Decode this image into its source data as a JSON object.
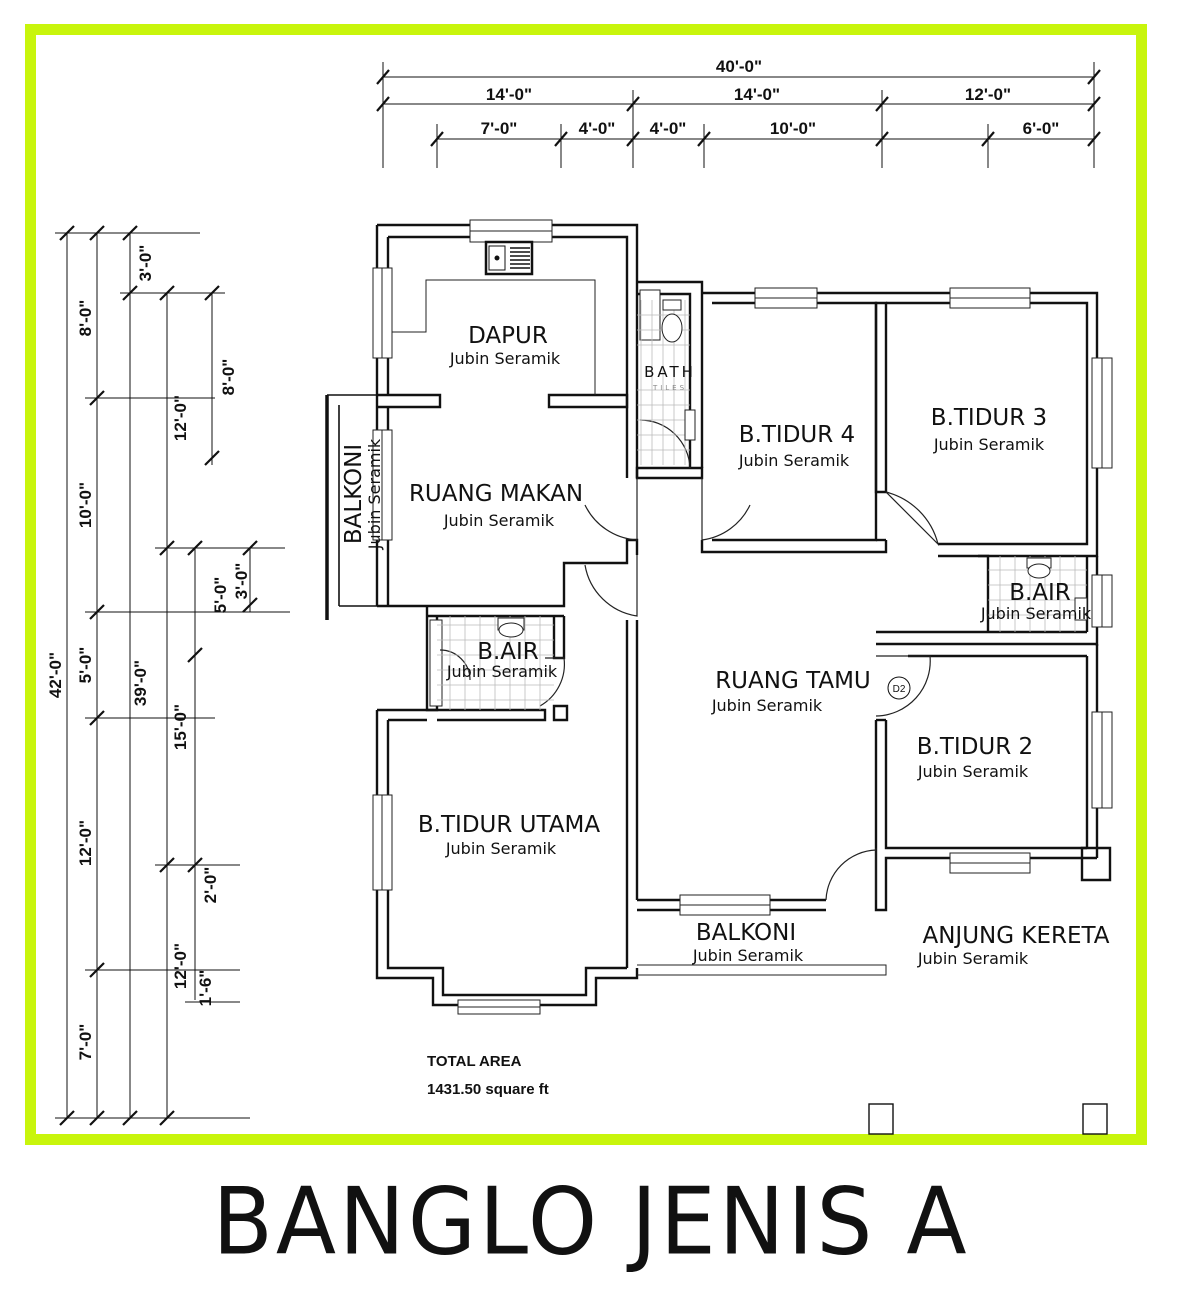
{
  "title": "BANGLO JENIS A",
  "colors": {
    "frame_border": "#c8f50c",
    "lines": "#111111",
    "background": "#ffffff"
  },
  "rooms": {
    "dapur": {
      "name": "DAPUR",
      "finish": "Jubin Seramik"
    },
    "bath": {
      "name": "BATH",
      "finish": "TILES"
    },
    "ruang_makan": {
      "name": "RUANG MAKAN",
      "finish": "Jubin Seramik"
    },
    "balkoni_side": {
      "name": "BALKONI",
      "finish": "Jubin Seramik"
    },
    "b_air_left": {
      "name": "B.AIR",
      "finish": "Jubin Seramik"
    },
    "b_tidur_utama": {
      "name": "B.TIDUR UTAMA",
      "finish": "Jubin Seramik"
    },
    "b_tidur_4": {
      "name": "B.TIDUR 4",
      "finish": "Jubin Seramik"
    },
    "b_tidur_3": {
      "name": "B.TIDUR 3",
      "finish": "Jubin Seramik"
    },
    "b_air_right": {
      "name": "B.AIR",
      "finish": "Jubin Seramik"
    },
    "ruang_tamu": {
      "name": "RUANG TAMU",
      "finish": "Jubin Seramik"
    },
    "b_tidur_2": {
      "name": "B.TIDUR 2",
      "finish": "Jubin Seramik"
    },
    "balkoni_front": {
      "name": "BALKONI",
      "finish": "Jubin Seramik"
    },
    "anjung_kereta": {
      "name": "ANJUNG KERETA",
      "finish": "Jubin Seramik"
    }
  },
  "door_tag": "D2",
  "total_area": {
    "label": "TOTAL AREA",
    "value": "1431.50 square ft"
  },
  "dimensions": {
    "top_overall": "40'-0\"",
    "top_row2": [
      "14'-0\"",
      "14'-0\"",
      "12'-0\""
    ],
    "top_row3": [
      "7'-0\"",
      "4'-0\"",
      "4'-0\"",
      "10'-0\"",
      "6'-0\""
    ],
    "left_overall": "42'-0\"",
    "left_col2": [
      "8'-0\"",
      "10'-0\"",
      "5'-0\"",
      "12'-0\"",
      "7'-0\""
    ],
    "left_col3": [
      "3'-0\"",
      "39'-0\""
    ],
    "left_col4": [
      "12'-0\"",
      "15'-0\"",
      "12'-0\""
    ],
    "left_col5": [
      "8'-0\"",
      "5'-0\"",
      "2'-0\"",
      "1'-6\""
    ],
    "left_col6": [
      "3'-0\""
    ]
  }
}
